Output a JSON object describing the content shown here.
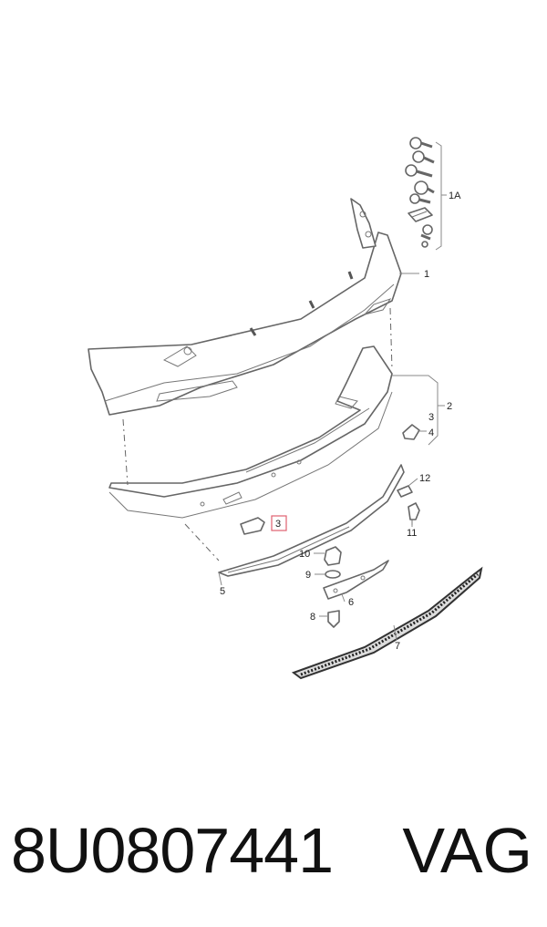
{
  "diagram": {
    "callouts": {
      "c1a": "1A",
      "c1": "1",
      "c2": "2",
      "c3a": "3",
      "c3b": "3",
      "c4": "4",
      "c5": "5",
      "c6": "6",
      "c7": "7",
      "c8": "8",
      "c9": "9",
      "c10": "10",
      "c11": "11",
      "c12": "12"
    },
    "highlight_color": "#e06070"
  },
  "footer": {
    "part_number": "8U0807441",
    "brand": "VAG"
  }
}
